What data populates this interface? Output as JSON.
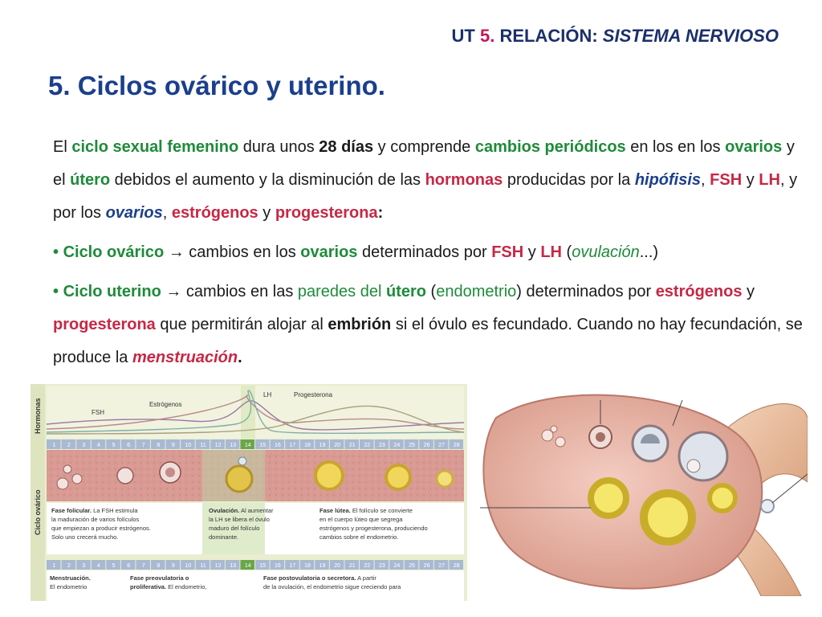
{
  "header": {
    "prefix": "UT ",
    "number": "5.",
    "middle": " RELACIÓN: ",
    "topic": "SISTEMA NERVIOSO"
  },
  "title": "5. Ciclos ovárico y uterino.",
  "para1": {
    "t1": "El ",
    "t2": "ciclo sexual femenino",
    "t3": " dura unos ",
    "t4": "28 días",
    "t5": " y comprende ",
    "t6": "cambios periódicos",
    "t7": " en los en los ",
    "t8": "ovarios",
    "t9": " y el ",
    "t10": "útero",
    "t11": " debidos el aumento y la disminución de las ",
    "t12": "hormonas",
    "t13": " producidas por la ",
    "t14": "hipófisis",
    "t15": ", ",
    "t16": "FSH",
    "t17": " y ",
    "t18": "LH",
    "t19": ", y por los ",
    "t20": "ovarios",
    "t21": ", ",
    "t22": "estrógenos",
    "t23": " y ",
    "t24": "progesterona",
    "t25": ":"
  },
  "para2": {
    "t1": "• ",
    "t2": "Ciclo ovárico",
    "t3": " → ",
    "t4": "cambios en los ",
    "t5": "ovarios",
    "t6": " determinados por ",
    "t7": "FSH",
    "t8": " y ",
    "t9": "LH",
    "t10": " (",
    "t11": "ovulación",
    "t12": "...)"
  },
  "para3": {
    "t1": "• ",
    "t2": "Ciclo uterino",
    "t3": " → ",
    "t4": "cambios en las ",
    "t5": "paredes del",
    "t6": " ",
    "t7": "útero",
    "t8": " (",
    "t9": "endometrio",
    "t10": ") determinados por ",
    "t11": "estrógenos",
    "t12": " y ",
    "t13": "progesterona",
    "t14": " que permitirán alojar al ",
    "t15": "embrión",
    "t16": " si el óvulo es fecundado.",
    "t17": " Cuando no hay fecundación, se produce la ",
    "t18": "menstruación",
    "t19": "."
  },
  "figure1": {
    "side_hormonas": "Hormonas",
    "side_ciclo": "Ciclo ovárico",
    "lbl_lh": "LH",
    "lbl_progesterona": "Progesterona",
    "lbl_estrogenos": "Estrógenos",
    "lbl_fsh": "FSH",
    "days": [
      "1",
      "2",
      "3",
      "4",
      "5",
      "6",
      "7",
      "8",
      "9",
      "10",
      "11",
      "12",
      "13",
      "14",
      "15",
      "16",
      "17",
      "18",
      "19",
      "20",
      "21",
      "22",
      "23",
      "24",
      "25",
      "26",
      "27",
      "28"
    ],
    "cap1_bold": "Fase folicular.",
    "cap1_l1": " La FSH estimula",
    "cap1_l2": "la maduración de varios folículos",
    "cap1_l3": "que empiezan a producir estrógenos.",
    "cap1_l4": "Solo uno crecerá mucho.",
    "cap2_bold": "Ovulación.",
    "cap2_l1": " Al aumentar",
    "cap2_l2": "la LH se libera el óvulo",
    "cap2_l3": "maduro del folículo",
    "cap2_l4": "dominante.",
    "cap3_bold": "Fase lútea.",
    "cap3_l1": " El folículo se convierte",
    "cap3_l2": "en el cuerpo lúteo que segrega",
    "cap3_l3": "estrógenos y progesterona, produciendo",
    "cap3_l4": "cambios sobre el endometrio.",
    "bot1_bold": "Menstruación.",
    "bot1_l1": "El endometrio",
    "bot2_bold": "Fase preovulatoria o",
    "bot2_bold2": "proliferativa.",
    "bot2_l1": " El endometrio,",
    "bot3_bold": "Fase postovulatoria o secretora.",
    "bot3_l1": " A partir",
    "bot3_l2": "de la ovulación, el endometrio sigue creciendo para"
  },
  "colors": {
    "header_blue": "#1b2f6b",
    "accent_pink": "#c2185b",
    "title_blue": "#1b3f8c",
    "green": "#1e8b3a",
    "red": "#c62845"
  }
}
